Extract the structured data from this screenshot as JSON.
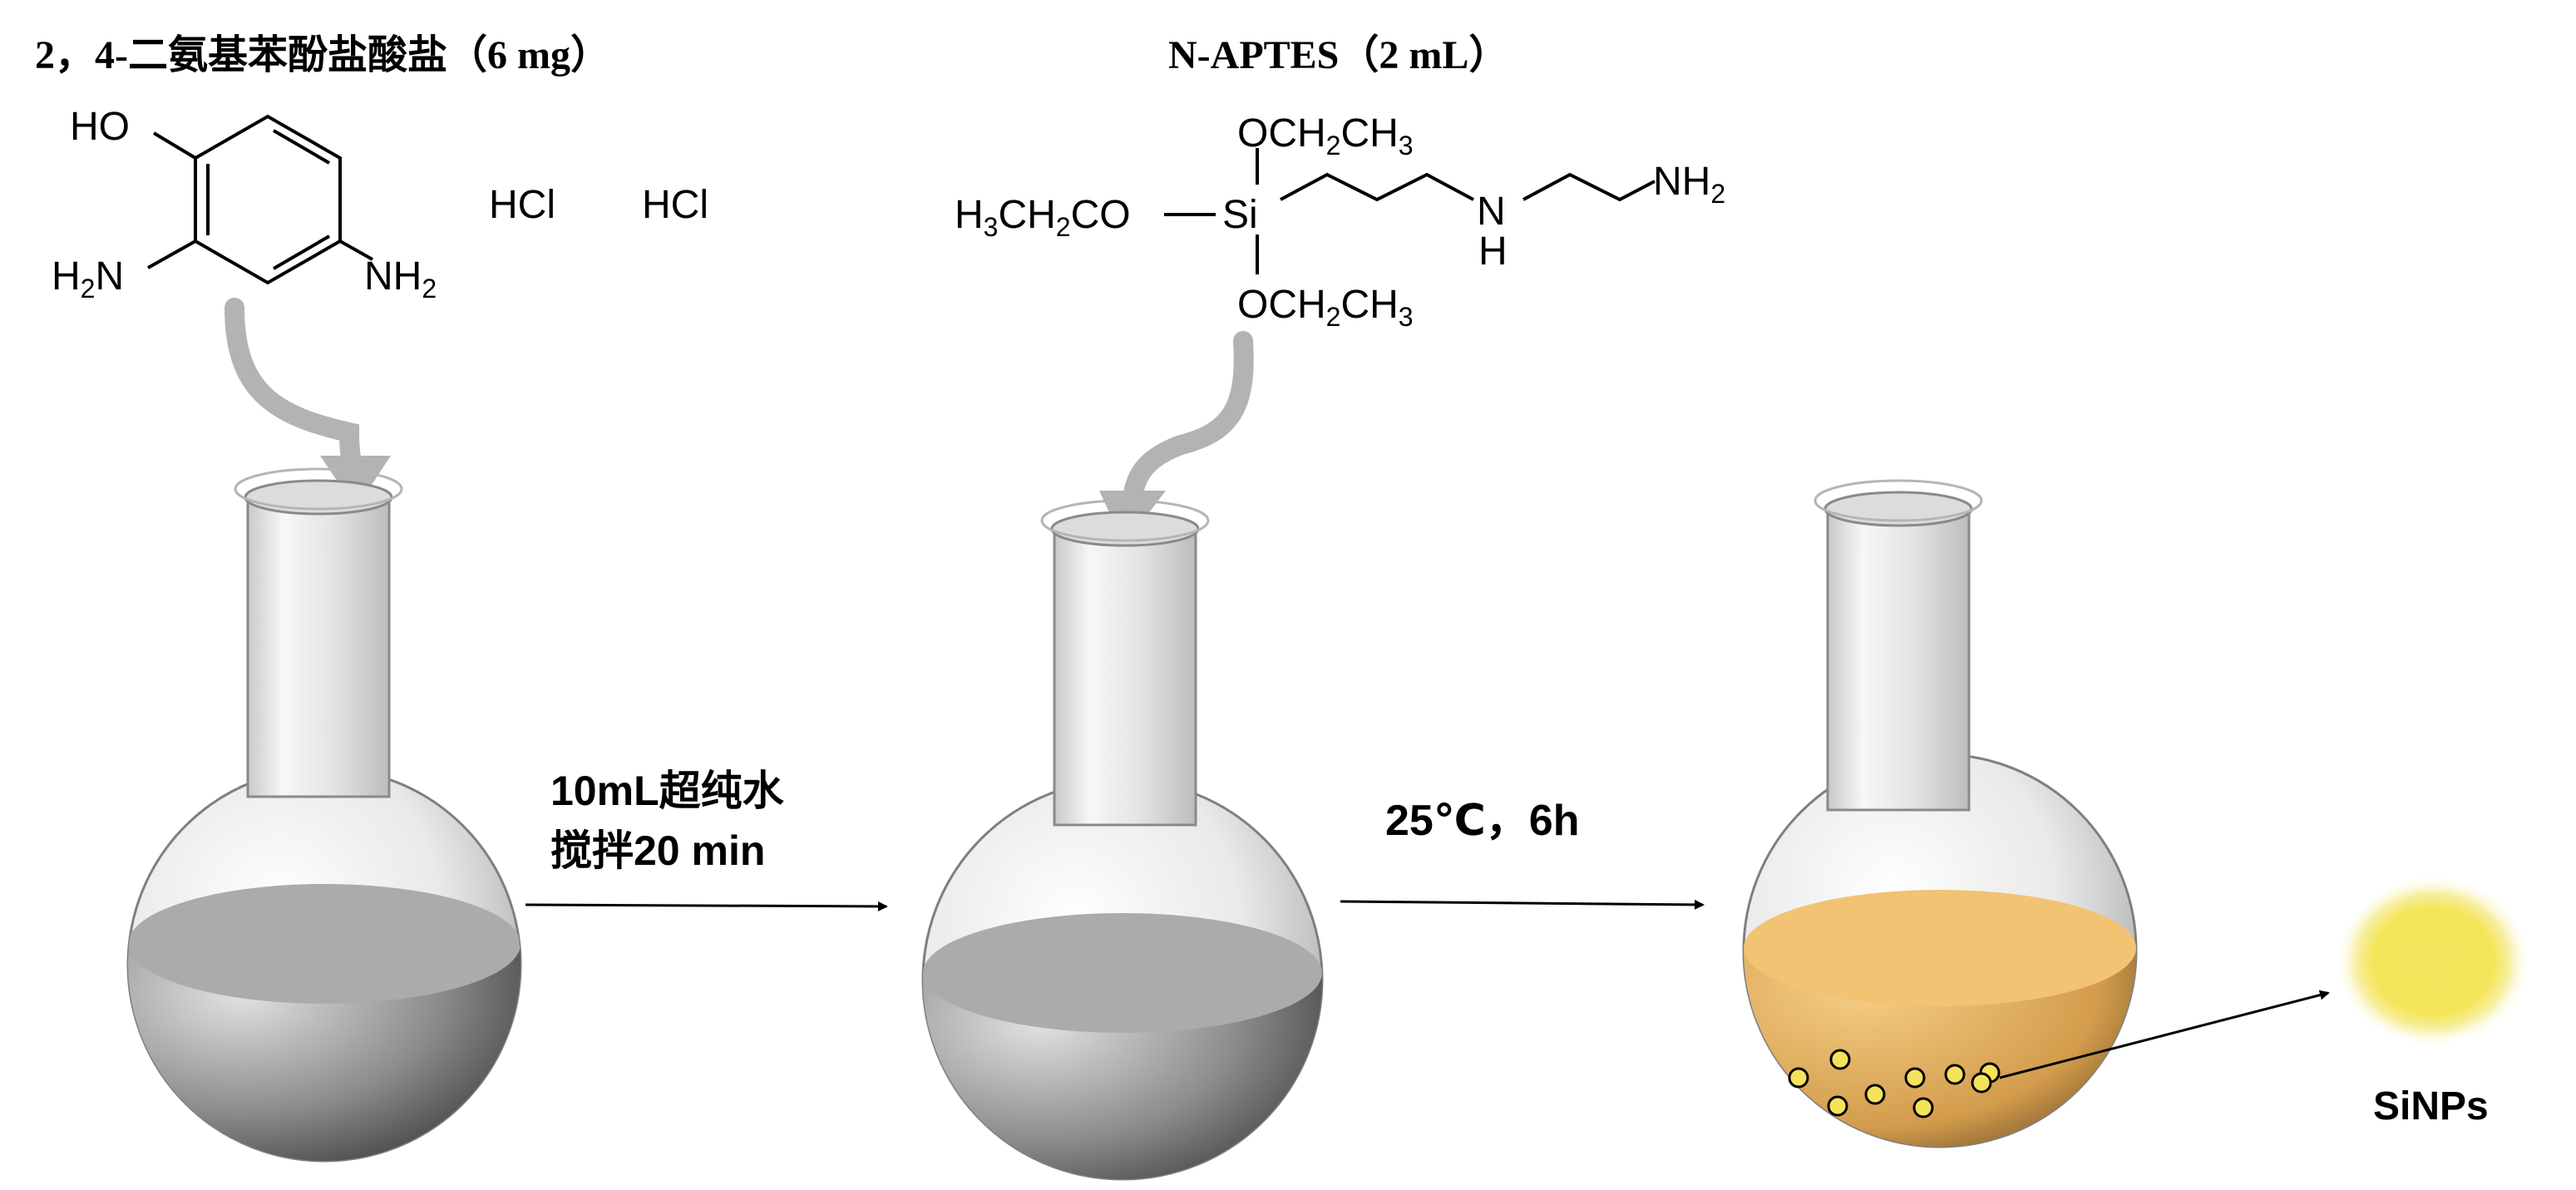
{
  "reagent1": {
    "title": "2，4-二氨基苯酚盐酸盐（6  mg）",
    "structure": {
      "ho": "HO",
      "h2n": "H",
      "h2n_sub": "2",
      "h2n_n": "N",
      "nh2_n": "NH",
      "nh2_sub": "2",
      "hcl1": "HCl",
      "hcl2": "HCl"
    }
  },
  "reagent2": {
    "title": "N-APTES（2 mL）",
    "structure": {
      "och2ch3_top": "OCH",
      "sub2": "2",
      "ch3": "CH",
      "sub3": "3",
      "h3c_h": "H",
      "h3c_3": "3",
      "h3c_c": "CH",
      "h3c_2": "2",
      "h3c_co": "CO",
      "si": "Si",
      "n": "N",
      "h": "H",
      "nh2": "NH",
      "nh2_sub": "2"
    }
  },
  "step1": {
    "line1": "10mL超纯水",
    "line2": "搅拌20 min"
  },
  "step2": {
    "label": "25℃，6h"
  },
  "product": {
    "label": "SiNPs"
  },
  "colors": {
    "gray_liquid": "#ababab",
    "orange_liquid": "#f2c373",
    "glow": "#f2e45a",
    "arrow_gray": "#b3b3b3"
  }
}
